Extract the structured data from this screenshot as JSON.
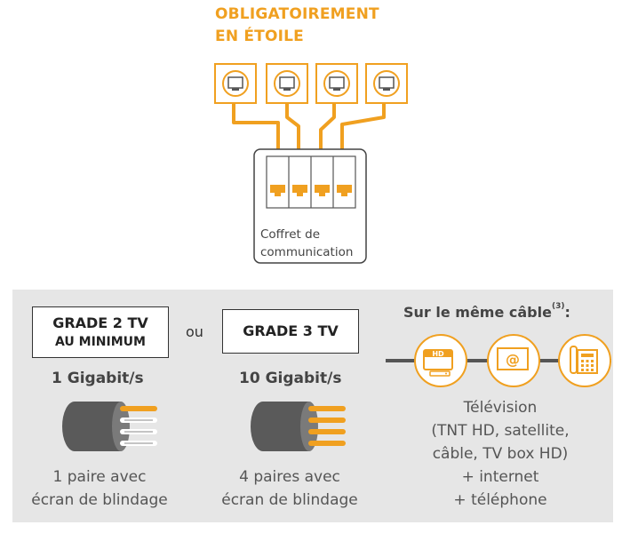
{
  "top": {
    "title_line1": "OBLIGATOIREMENT",
    "title_line2": "EN ÉTOILE",
    "coffret_line1": "Coffret de",
    "coffret_line2": "communication"
  },
  "grades": [
    {
      "label_line1": "GRADE 2 TV",
      "label_line2": "AU MINIMUM",
      "speed": "1 Gigabit/s",
      "desc_line1": "1 paire avec",
      "desc_line2": "écran de blindage",
      "shielded_pairs": 1
    },
    {
      "label_line1": "GRADE 3 TV",
      "speed": "10 Gigabit/s",
      "desc_line1": "4 paires avec",
      "desc_line2": "écran de blindage",
      "shielded_pairs": 4
    }
  ],
  "separator": "ou",
  "same_cable": {
    "title": "Sur le même câble",
    "footnote": "(3)",
    "tv_badge": "HD",
    "email_symbol": "@",
    "lines": [
      "Télévision",
      "(TNT HD, satellite,",
      "câble, TV box HD)",
      "+ internet",
      "+ téléphone"
    ]
  },
  "colors": {
    "orange": "#f0a020",
    "dark_gray": "#555555",
    "panel_bg": "#e6e6e6"
  }
}
